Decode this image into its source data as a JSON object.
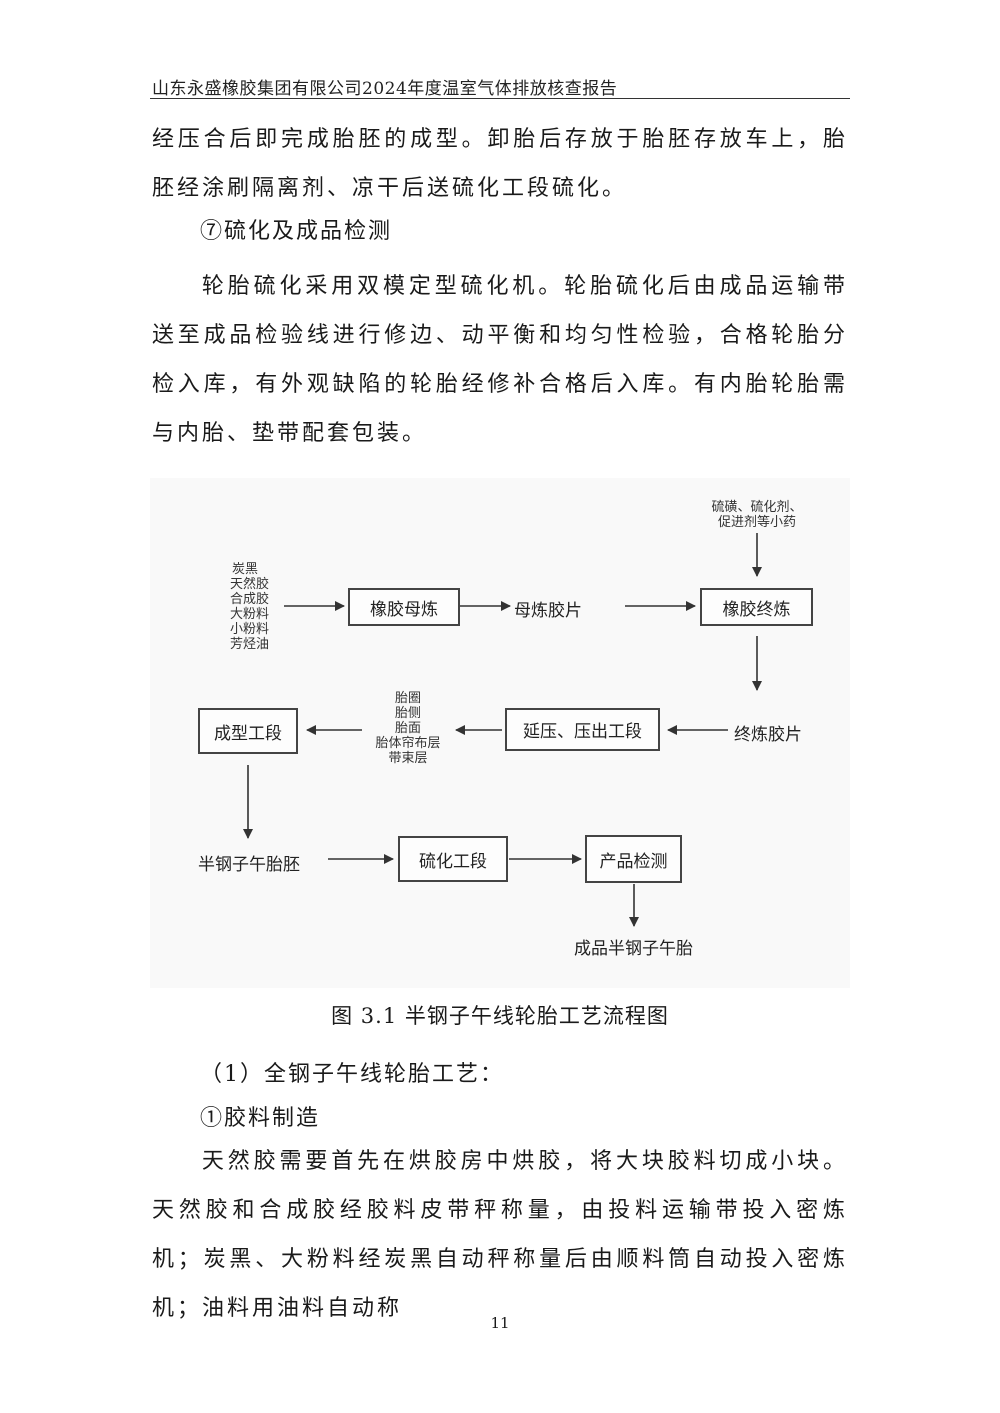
{
  "header": {
    "title": "山东永盛橡胶集团有限公司2024年度温室气体排放核查报告"
  },
  "body_top": {
    "p1": "经压合后即完成胎胚的成型。卸胎后存放于胎胚存放车上，胎胚经涂刷隔离剂、凉干后送硫化工段硫化。",
    "heading7": "⑦硫化及成品检测",
    "p2": "轮胎硫化采用双模定型硫化机。轮胎硫化后由成品运输带送至成品检验线进行修边、动平衡和均匀性检验，合格轮胎分检入库，有外观缺陷的轮胎经修补合格后入库。有内胎轮胎需与内胎、垫带配套包装。"
  },
  "diagram": {
    "raw_materials": [
      "炭黑",
      "天然胶",
      "合成胶",
      "大粉料",
      "小粉料",
      "芳烃油"
    ],
    "additives": [
      "硫磺、硫化剂、",
      "促进剂等小药"
    ],
    "components": [
      "胎圈",
      "胎侧",
      "胎面",
      "胎体帘布层",
      "带束层"
    ],
    "boxes": {
      "master_mixing": "橡胶母炼",
      "final_mixing": "橡胶终炼",
      "calendering": "延压、压出工段",
      "building": "成型工段",
      "curing": "硫化工段",
      "inspection": "产品检测"
    },
    "labels": {
      "master_sheet": "母炼胶片",
      "final_sheet": "终炼胶片",
      "green_tire": "半钢子午胎胚",
      "finished": "成品半钢子午胎"
    }
  },
  "caption": "图 3.1  半钢子午线轮胎工艺流程图",
  "body_bottom": {
    "section1": "（1）全钢子午线轮胎工艺：",
    "heading1": "①胶料制造",
    "p3": "天然胶需要首先在烘胶房中烘胶，将大块胶料切成小块。天然胶和合成胶经胶料皮带秤称量，由投料运输带投入密炼机；炭黑、大粉料经炭黑自动秤称量后由顺料筒自动投入密炼机；油料用油料自动称"
  },
  "page_number": "11"
}
